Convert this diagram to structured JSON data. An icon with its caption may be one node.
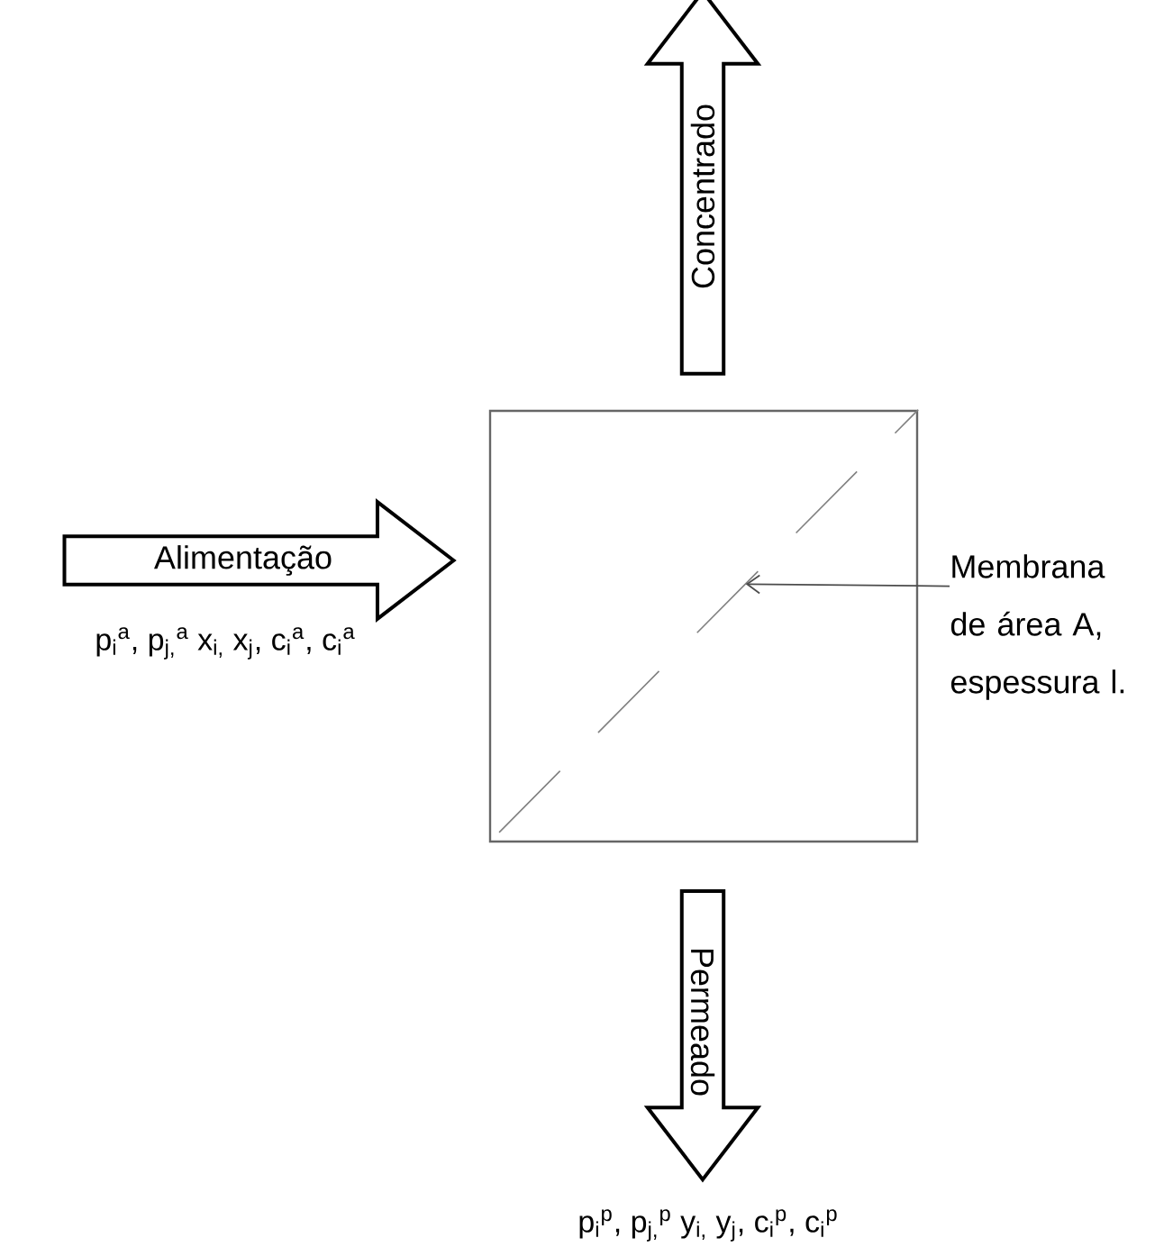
{
  "diagram": {
    "nodes": [
      {
        "text": [],
        "shape": "box"
      },
      {
        "text": [
          "Alimentação"
        ],
        "beside": [
          "p$_{i}$$^{a}$, p$_{j,}$$^{a}$ x$_{i,}$ x$_{j}$, c$_{i}$$^{a}$, c$_{i}$$^{a}$"
        ]
      },
      {
        "text": [
          "Concentrado"
        ]
      },
      {
        "text": [
          "Permeado"
        ],
        "beside": [
          "p$_{i}$$^{p}$, p$_{j,}$$^{p}$ y$_{i,}$ y$_{j}$, c$_{i}$$^{p}$, c$_{i}$$^{p}$"
        ]
      },
      {
        "text": [
          "Membrana de área A, espessura l."
        ]
      },
      {
        "text": [],
        "shape": "line",
        "in": 0
      }
    ],
    "edges": [
      {
        "from": 4,
        "to": 5,
        "arrow": "to"
      }
    ]
  }
}
